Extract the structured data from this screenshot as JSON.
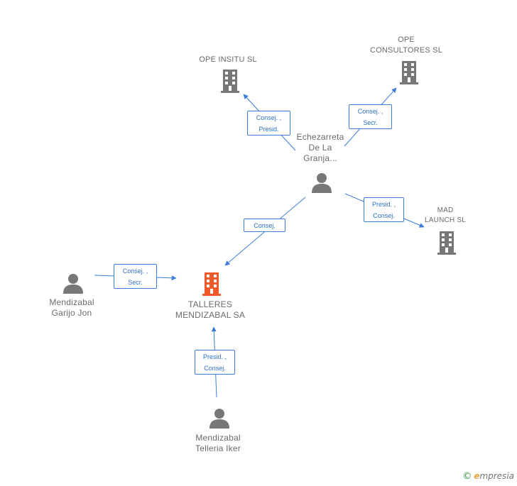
{
  "nodes": {
    "ope_insitu": {
      "label": [
        "OPE INSITU SL"
      ]
    },
    "ope_consultores": {
      "label": [
        "OPE",
        "CONSULTORES SL"
      ]
    },
    "echezarreta": {
      "label": [
        "Echezarreta",
        "De La",
        "Granja..."
      ]
    },
    "mad_launch": {
      "label": [
        "MAD",
        "LAUNCH  SL"
      ]
    },
    "talleres": {
      "label": [
        "TALLERES",
        "MENDIZABAL SA"
      ]
    },
    "mendizabal_garijo": {
      "label": [
        "Mendizabal",
        "Garijo Jon"
      ]
    },
    "mendizabal_telleria": {
      "label": [
        "Mendizabal",
        "Telleria Iker"
      ]
    }
  },
  "relations": {
    "r1": [
      "Consej. ,",
      "Presid."
    ],
    "r2": [
      "Consej. ,",
      "Secr."
    ],
    "r3": [
      "Consej."
    ],
    "r4": [
      "Presid. ,",
      "Consej."
    ],
    "r5": [
      "Consej. ,",
      "Secr."
    ],
    "r6": [
      "Presid. ,",
      "Consej."
    ]
  },
  "colors": {
    "company": "#777777",
    "focus_company": "#f05a28",
    "person": "#777777",
    "edge": "#3b7dd8"
  },
  "footer": {
    "copyright_symbol": "©",
    "brand_first": "e",
    "brand_rest": "mpresia"
  }
}
